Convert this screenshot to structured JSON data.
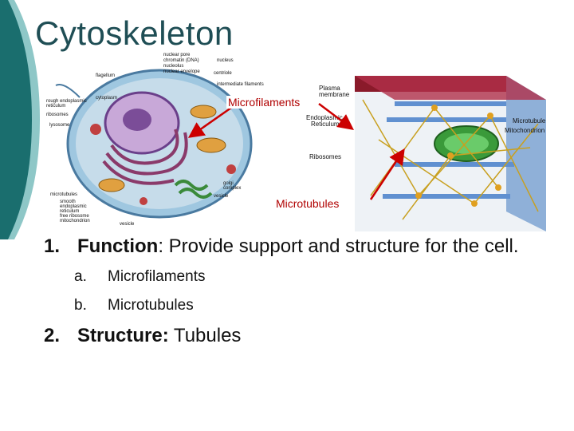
{
  "slide": {
    "title": "Cytoskeleton",
    "callout_microfilaments": "Microfilaments",
    "callout_microtubules": "Microtubules",
    "cell_labels": {
      "nuclear_pore": "nuclear pore",
      "chromatin": "chromatin (DNA)",
      "nucleolus": "nucleolus",
      "nuclear_envelope": "nuclear envelope",
      "nucleus": "nucleus",
      "centriole": "centriole",
      "flagellum": "flagellum",
      "intermediate_filaments": "intermediate filaments",
      "rough_er_1": "rough endoplasmic",
      "rough_er_2": "reticulum",
      "cytoplasm": "cytoplasm",
      "ribosomes": "ribosomes",
      "lysosome": "lysosome",
      "microtubules": "microtubules",
      "smooth_er_1": "smooth",
      "smooth_er_2": "endoplasmic",
      "smooth_er_3": "reticulum",
      "free_ribosome": "free ribosome",
      "mitochondrion": "mitochondrion",
      "vesicle": "vesicle",
      "golgi_1": "golgi",
      "golgi_2": "complex",
      "vesicle2": "vesicle"
    },
    "cyto_labels": {
      "plasma_1": "Plasma",
      "plasma_2": "membrane",
      "er_1": "Endoplasmic",
      "er_2": "Reticulum",
      "microtubule": "Microtubule",
      "mitochondrion": "Mitochondrion",
      "ribosomes": "Ribosomes"
    },
    "point1": {
      "number": "1.",
      "label": "Function",
      "text": ":  Provide support and structure for the cell."
    },
    "subitems": [
      {
        "letter": "a.",
        "text": "Microfilaments"
      },
      {
        "letter": "b.",
        "text": "Microtubules"
      }
    ],
    "point2": {
      "number": "2.",
      "label": "Structure:",
      "text": " Tubules"
    },
    "colors": {
      "title": "#1f4e55",
      "deco_teal": "#1a6e6e",
      "deco_light": "#8ec7c7",
      "callout_red": "#b00000"
    }
  }
}
